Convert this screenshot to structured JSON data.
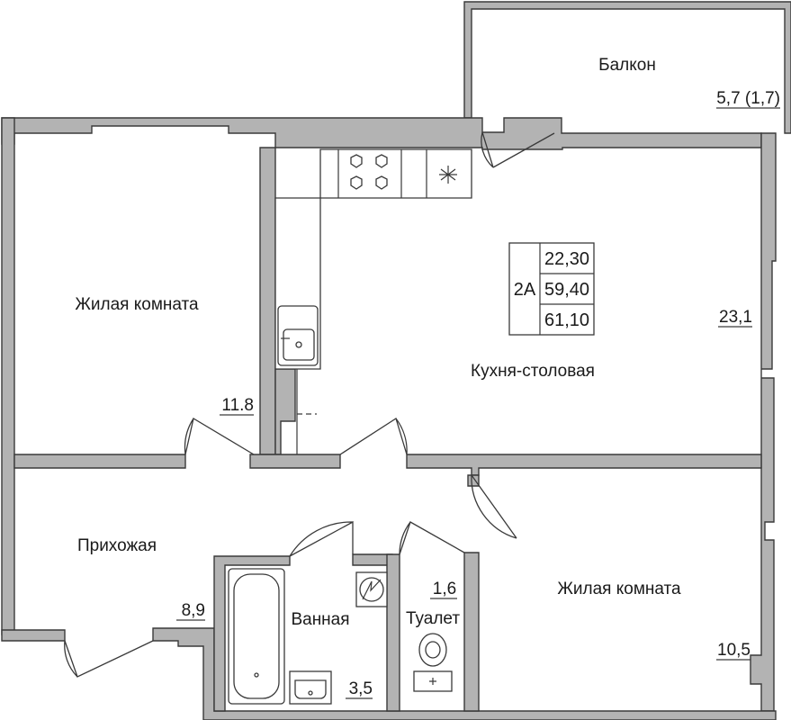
{
  "plan": {
    "stamp": {
      "type": "2A",
      "area_living": "22,30",
      "area_total": "59,40",
      "area_with_balcony": "61,10"
    },
    "rooms": [
      {
        "key": "balcony",
        "name": "Балкон",
        "area": "5,7 (1,7)"
      },
      {
        "key": "living1",
        "name": "Жилая комната",
        "area": "11.8"
      },
      {
        "key": "kitchen",
        "name": "Кухня-столовая",
        "area": "23,1"
      },
      {
        "key": "hall",
        "name": "Прихожая",
        "area": "8,9"
      },
      {
        "key": "bath",
        "name": "Ванная",
        "area": "3,5"
      },
      {
        "key": "wc",
        "name": "Туалет",
        "area": "1,6"
      },
      {
        "key": "living2",
        "name": "Жилая комната",
        "area": "10,5"
      }
    ],
    "colors": {
      "wall": "#b3b3b3",
      "outline": "#3a3a3a",
      "text": "#1a1a1a",
      "floor": "#ffffff"
    },
    "icons": [
      "stove-burner-icon",
      "fridge-icon",
      "sink-icon",
      "bathtub-icon",
      "toilet-icon",
      "water-heater-icon"
    ]
  }
}
